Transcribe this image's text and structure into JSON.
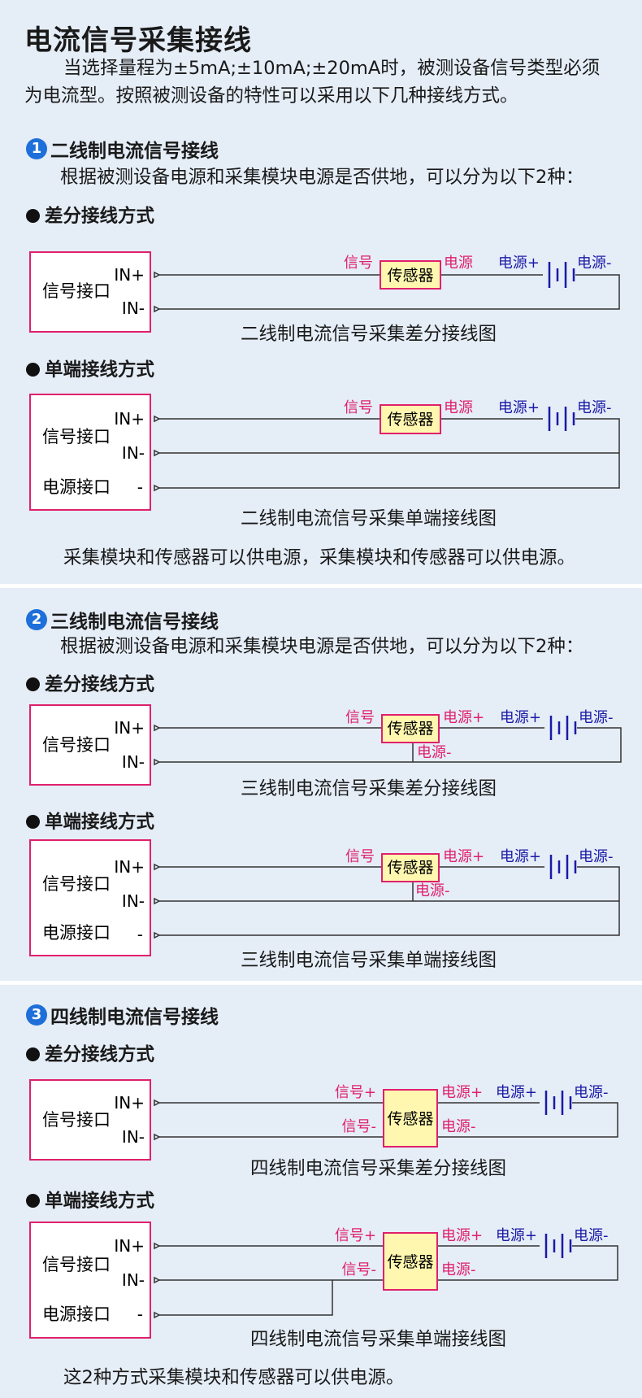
{
  "title": "电流信号采集接线",
  "intro": "当选择量程为±5mA;±10mA;±20mA时，被测设备信号类型必须为电流型。按照被测设备的特性可以采用以下几种接线方式。",
  "colors": {
    "magenta": "#e0206c",
    "navy": "#1a1aa6",
    "box_fill": "#fff7b0",
    "section_bg": "#e5edf7",
    "badge": "#1e6fd9"
  },
  "labels": {
    "signal_port": "信号接口",
    "power_port": "电源接口",
    "in_plus": "IN+",
    "in_minus": "IN-",
    "dash": "-",
    "sensor": "传感器",
    "signal": "信号",
    "signal_plus": "信号+",
    "signal_minus": "信号-",
    "power": "电源",
    "power_plus": "电源+",
    "power_minus": "电源-",
    "differential": "差分接线方式",
    "single_ended": "单端接线方式"
  },
  "sections": [
    {
      "num": "1",
      "heading": "二线制电流信号接线",
      "desc": "根据被测设备电源和采集模块电源是否供地，可以分为以下2种：",
      "diagrams": [
        {
          "caption": "二线制电流信号采集差分接线图"
        },
        {
          "caption": "二线制电流信号采集单端接线图"
        }
      ],
      "note": "采集模块和传感器可以供电源，采集模块和传感器可以供电源。"
    },
    {
      "num": "2",
      "heading": "三线制电流信号接线",
      "desc": "根据被测设备电源和采集模块电源是否供地，可以分为以下2种：",
      "diagrams": [
        {
          "caption": "三线制电流信号采集差分接线图"
        },
        {
          "caption": "三线制电流信号采集单端接线图"
        }
      ]
    },
    {
      "num": "3",
      "heading": "四线制电流信号接线",
      "diagrams": [
        {
          "caption": "四线制电流信号采集差分接线图"
        },
        {
          "caption": "四线制电流信号采集单端接线图"
        }
      ],
      "note": "这2种方式采集模块和传感器可以供电源。"
    }
  ]
}
